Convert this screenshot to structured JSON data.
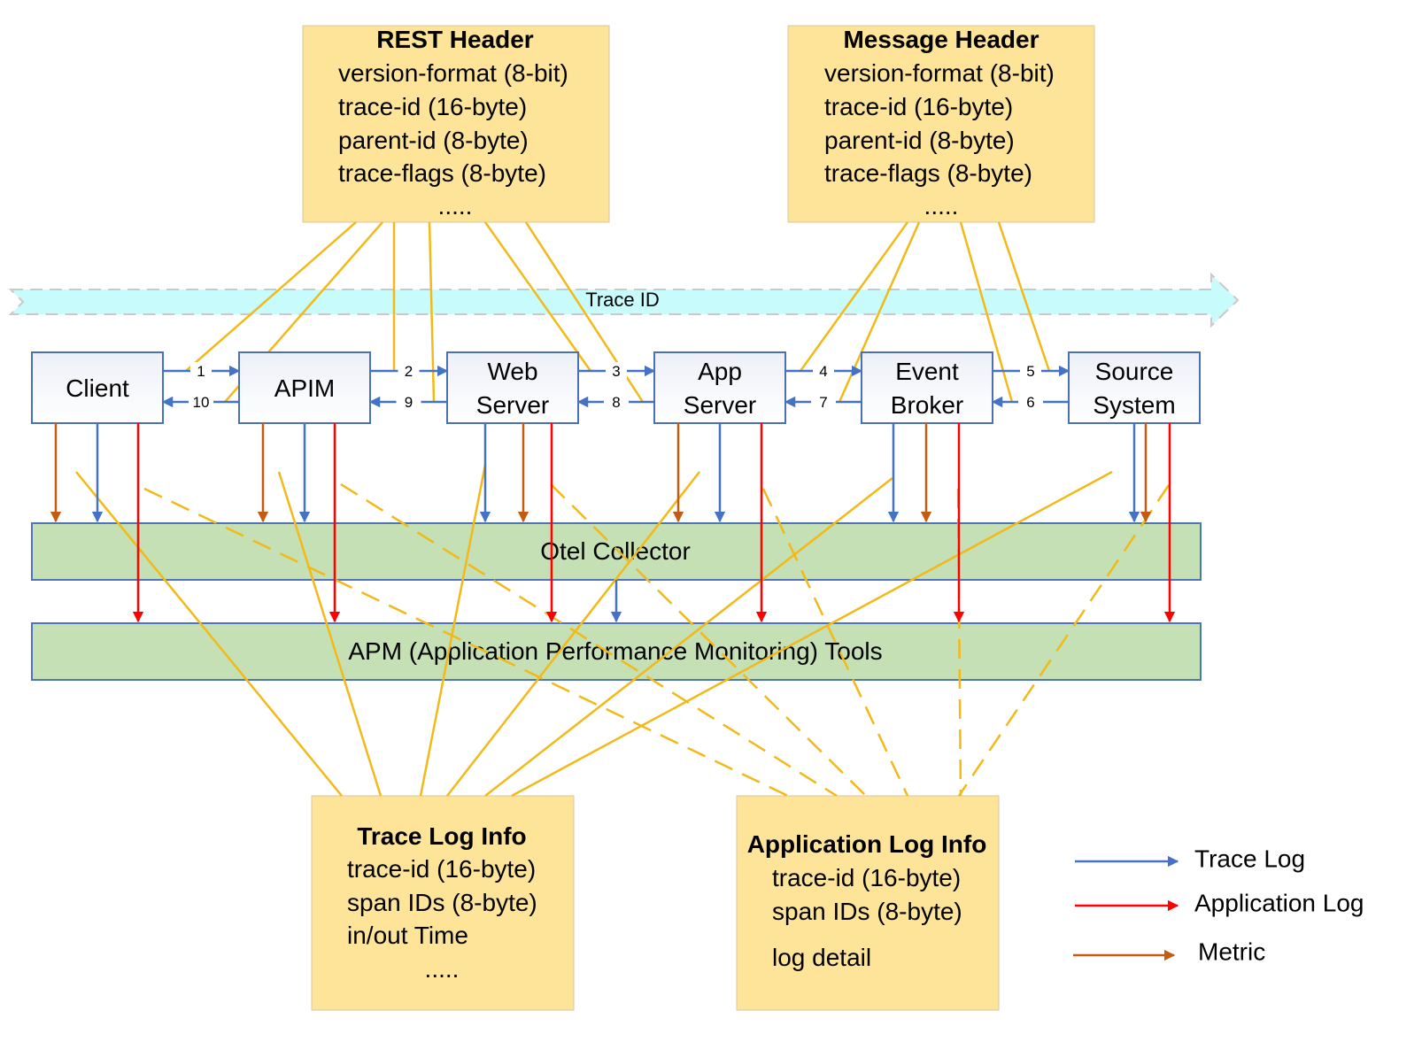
{
  "rest_header": {
    "title": "REST Header",
    "lines": [
      "version-format (8-bit)",
      "trace-id (16-byte)",
      "parent-id (8-byte)",
      "trace-flags (8-byte)",
      "....."
    ]
  },
  "message_header": {
    "title": "Message Header",
    "lines": [
      "version-format (8-bit)",
      "trace-id (16-byte)",
      "parent-id (8-byte)",
      "trace-flags (8-byte)",
      "....."
    ]
  },
  "trace_id_band": {
    "label": "Trace ID"
  },
  "nodes": [
    {
      "id": "client",
      "lines": [
        "Client"
      ]
    },
    {
      "id": "apim",
      "lines": [
        "APIM"
      ]
    },
    {
      "id": "web-server",
      "lines": [
        "Web",
        "Server"
      ]
    },
    {
      "id": "app-server",
      "lines": [
        "App",
        "Server"
      ]
    },
    {
      "id": "event-broker",
      "lines": [
        "Event",
        "Broker"
      ]
    },
    {
      "id": "source-system",
      "lines": [
        "Source",
        "System"
      ]
    }
  ],
  "flows": [
    {
      "forward": "1",
      "back": "10"
    },
    {
      "forward": "2",
      "back": "9"
    },
    {
      "forward": "3",
      "back": "8"
    },
    {
      "forward": "4",
      "back": "7"
    },
    {
      "forward": "5",
      "back": "6"
    }
  ],
  "collector": {
    "label": "Otel Collector"
  },
  "apm": {
    "label": "APM (Application Performance Monitoring) Tools"
  },
  "trace_log_info": {
    "title": "Trace Log Info",
    "lines": [
      "trace-id (16-byte)",
      "span IDs (8-byte)",
      "in/out Time",
      "....."
    ]
  },
  "app_log_info": {
    "title": "Application Log Info",
    "lines": [
      "trace-id (16-byte)",
      "span IDs (8-byte)",
      "log detail"
    ]
  },
  "legend": [
    {
      "label": "Trace Log",
      "color": "#4472c4"
    },
    {
      "label": "Application Log",
      "color": "#ff0000"
    },
    {
      "label": "Metric",
      "color": "#c55a11"
    }
  ],
  "colors": {
    "trace_log": "#4472c4",
    "application_log": "#ff0000",
    "metric": "#c55a11",
    "header_link": "#f3b919",
    "info_box": "#fde499",
    "band": "#c5e0b4",
    "trace_id_band": "#c8fbfb"
  }
}
